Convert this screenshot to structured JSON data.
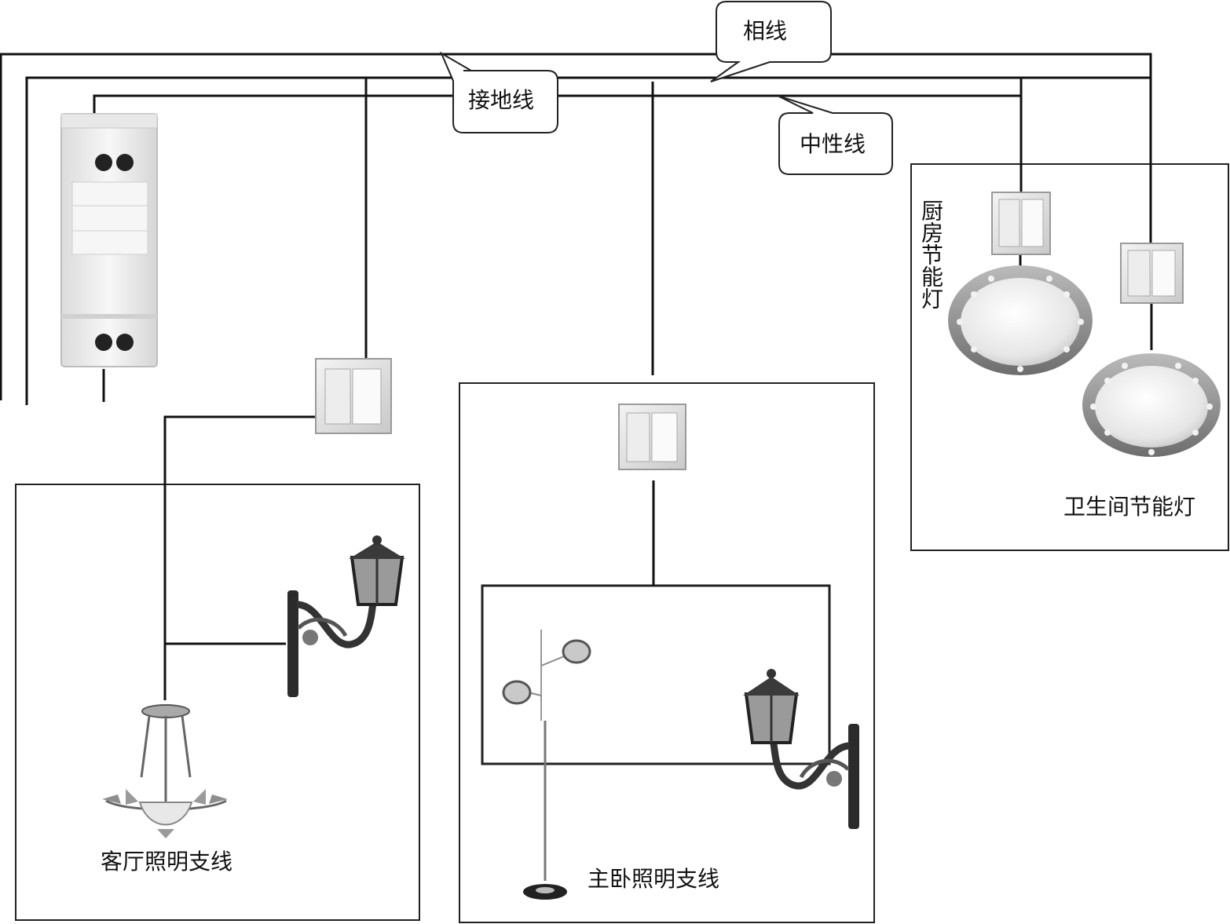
{
  "wires": {
    "phase": "相线",
    "ground": "接地线",
    "neutral": "中性线"
  },
  "rooms": {
    "living": {
      "label": "客厅照明支线"
    },
    "master_bedroom": {
      "label": "主卧照明支线"
    },
    "kitchen": {
      "label": "厨房节能灯"
    },
    "bathroom": {
      "label": "卫生间节能灯"
    }
  }
}
